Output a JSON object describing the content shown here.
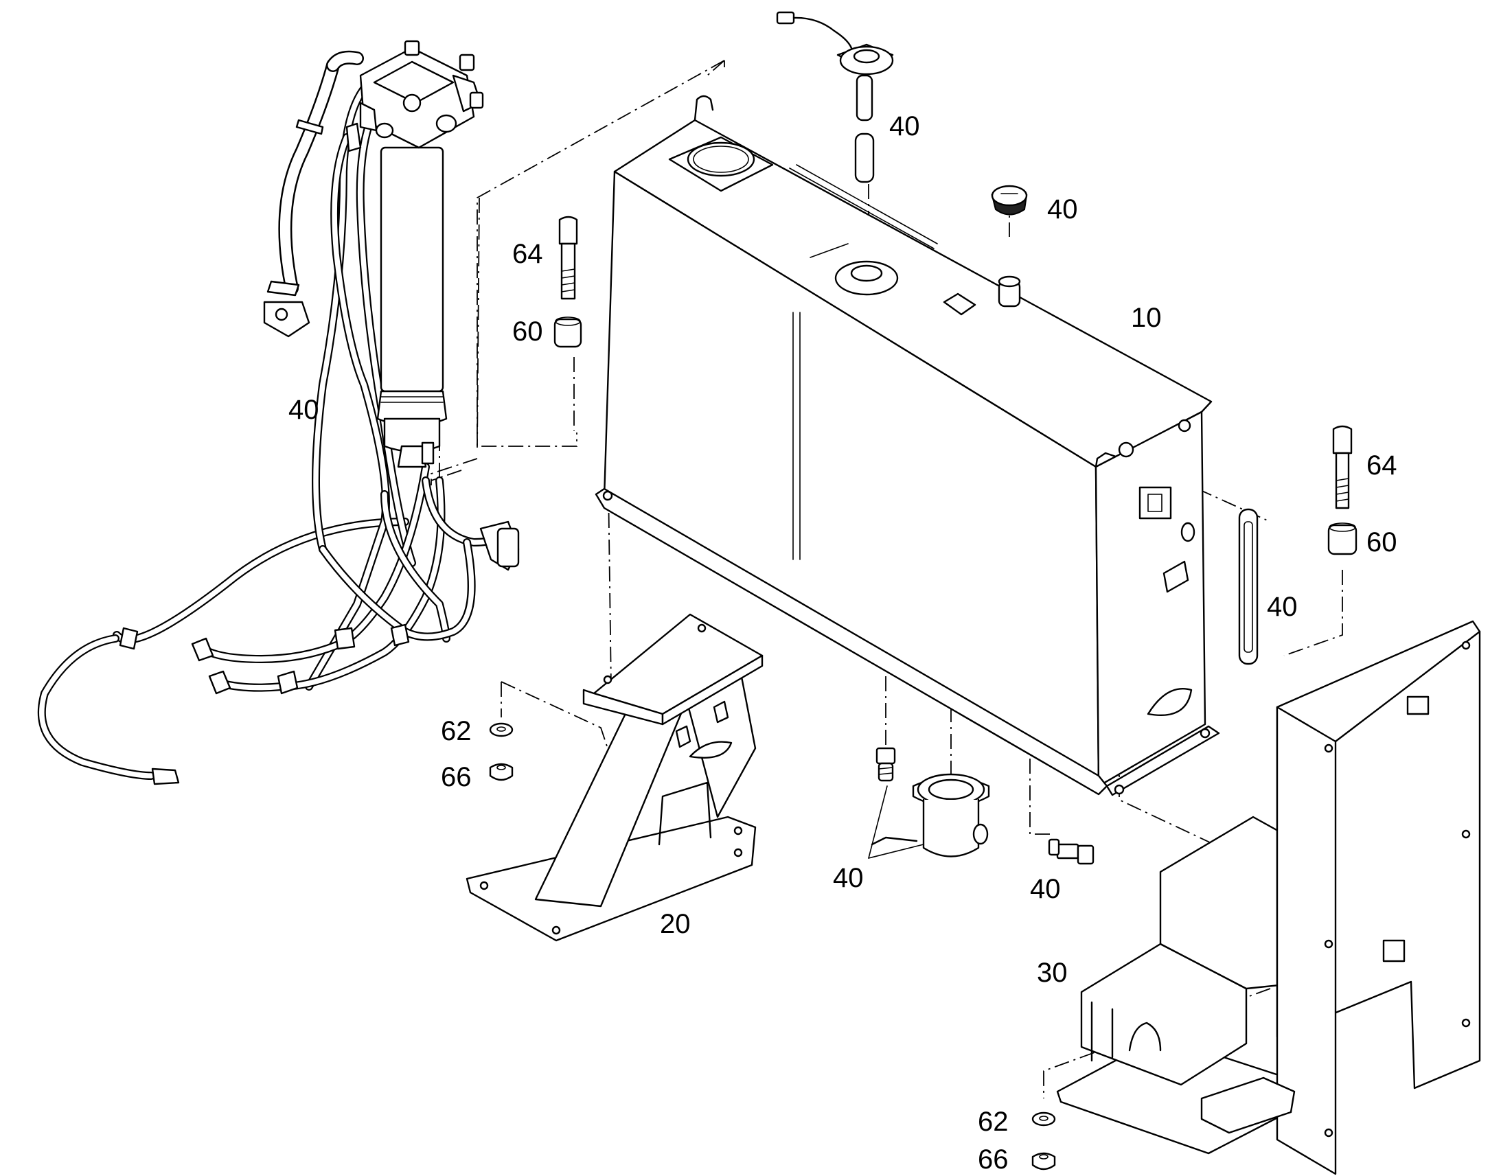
{
  "callouts": [
    {
      "id": "callout-10",
      "text": "10"
    },
    {
      "id": "callout-20",
      "text": "20"
    },
    {
      "id": "callout-30",
      "text": "30"
    },
    {
      "id": "callout-40-top-sender",
      "text": "40"
    },
    {
      "id": "callout-40-filler-cap",
      "text": "40"
    },
    {
      "id": "callout-40-filter-hoses",
      "text": "40"
    },
    {
      "id": "callout-40-sight-gauge",
      "text": "40"
    },
    {
      "id": "callout-40-bottom-fittings",
      "text": "40"
    },
    {
      "id": "callout-40-temp-sensor",
      "text": "40"
    },
    {
      "id": "callout-64-left",
      "text": "64"
    },
    {
      "id": "callout-60-left",
      "text": "60"
    },
    {
      "id": "callout-64-right",
      "text": "64"
    },
    {
      "id": "callout-60-right",
      "text": "60"
    },
    {
      "id": "callout-62-left",
      "text": "62"
    },
    {
      "id": "callout-66-left",
      "text": "66"
    },
    {
      "id": "callout-62-right",
      "text": "62"
    },
    {
      "id": "callout-66-right",
      "text": "66"
    }
  ]
}
